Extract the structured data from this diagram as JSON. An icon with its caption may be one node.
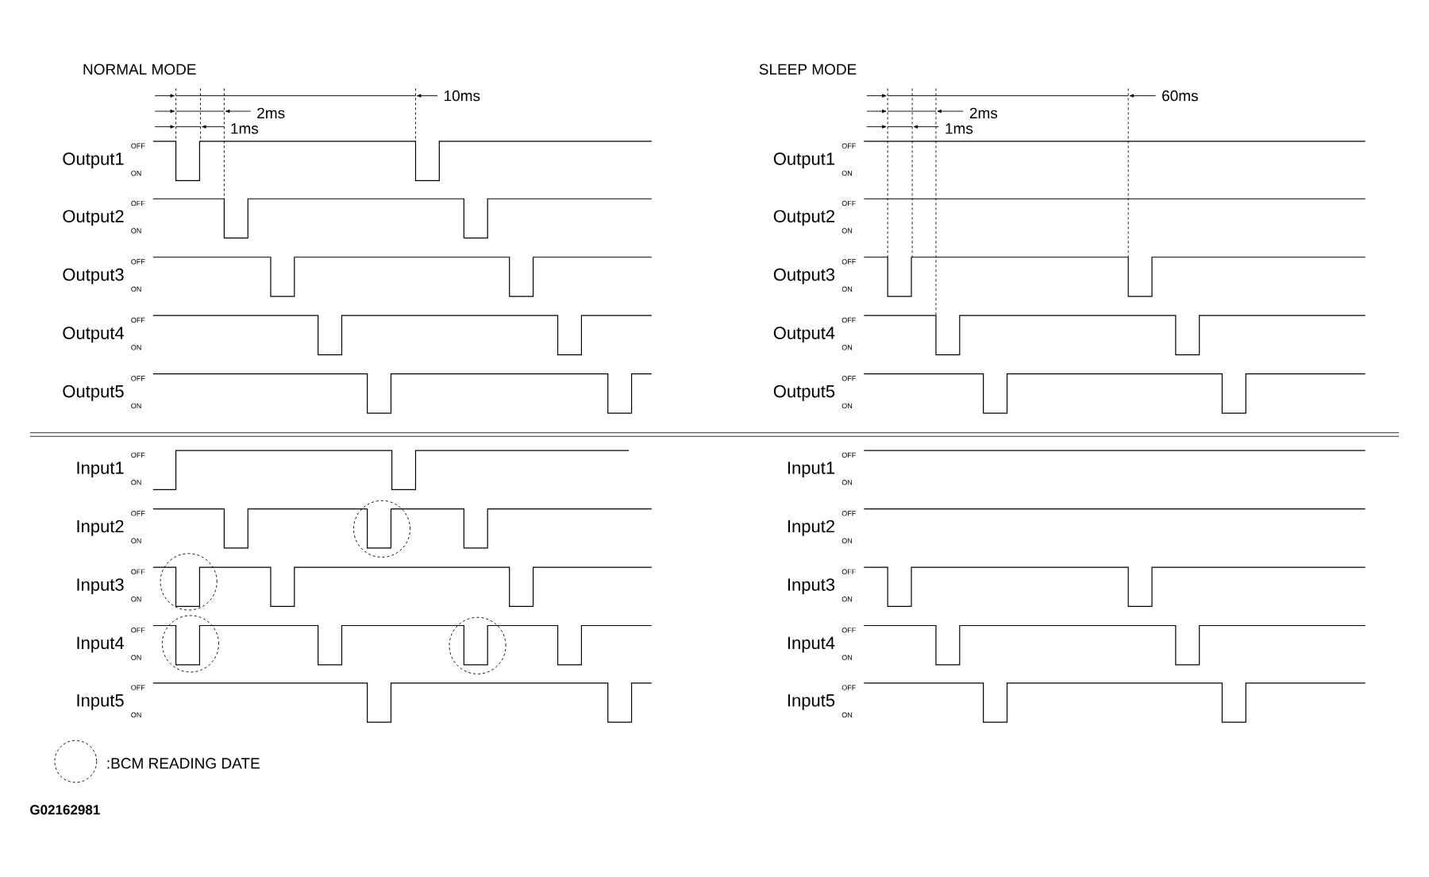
{
  "diagram": {
    "nodes": [
      {
        "text": [],
        "shape": "circle"
      },
      {
        "text": [],
        "shape": "circle"
      },
      {
        "text": [],
        "shape": "circle"
      },
      {
        "text": [],
        "shape": "circle"
      }
    ],
    "labels": [
      "NORMAL MODE",
      "10ms",
      "2ms",
      "1ms",
      "Output1",
      "OFF",
      "ON",
      "Output2",
      "OFF",
      "ON",
      "Output3",
      "OFF",
      "ON",
      "Output4",
      "OFF",
      "ON",
      "Output5",
      "OFF",
      "ON",
      "Input1",
      "OFF",
      "ON",
      "Input2",
      "OFF",
      "ON",
      "Input3",
      "OFF",
      "ON",
      "Input4",
      "OFF",
      "ON",
      "Input5",
      "OFF",
      "ON",
      "SLEEP MODE",
      "60ms",
      "2ms",
      "1ms",
      "Output1",
      "OFF",
      "ON",
      "Output2",
      "OFF",
      "ON",
      "Output3",
      "OFF",
      "ON",
      "Output4",
      "OFF",
      "ON",
      "Output5",
      "OFF",
      "ON",
      "Input1",
      "OFF",
      "ON",
      "Input2",
      "OFF",
      "ON",
      "Input3",
      "OFF",
      "ON",
      "Input4",
      "OFF",
      "ON",
      "Input5",
      "OFF",
      "ON",
      "G02162981"
    ],
    "legend": [
      {
        "text": ":BCM READING DATE"
      }
    ]
  }
}
